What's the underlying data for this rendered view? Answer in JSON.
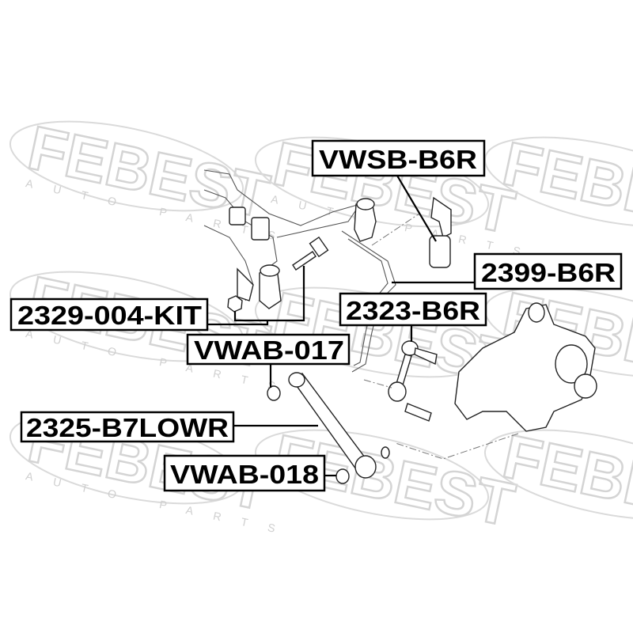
{
  "watermark": {
    "brand": "FEBEST",
    "tagline": "AUTO PARTS"
  },
  "labels": {
    "stabilizer_bushing": "VWSB-B6R",
    "stabilizer_link_rear": "2399-B6R",
    "stabilizer_link": "2323-B6R",
    "camber_bolt_kit": "2329-004-KIT",
    "arm_bushing_upper": "VWAB-017",
    "lower_arm": "2325-B7LOWR",
    "arm_bushing_lower": "VWAB-018"
  }
}
